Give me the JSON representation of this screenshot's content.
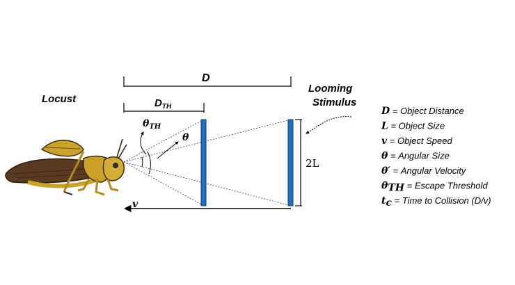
{
  "labels": {
    "locust": "Locust",
    "looming_line1": "Looming",
    "looming_line2": "Stimulus",
    "distance": "D",
    "threshold_distance": "D",
    "threshold_distance_sub": "TH",
    "theta_th": "θ",
    "theta_th_sub": "TH",
    "theta": "θ",
    "two_l": "2L",
    "speed": "v"
  },
  "legend": [
    {
      "symbol": "D",
      "text": "= Object Distance"
    },
    {
      "symbol": "L",
      "text": "= Object Size"
    },
    {
      "symbol": "v",
      "text": "= Object Speed"
    },
    {
      "symbol": "θ",
      "text": "= Angular Size"
    },
    {
      "symbol": "θ′",
      "text": "= Angular Velocity"
    },
    {
      "symbol": "θ",
      "sub": "TH",
      "text": "= Escape Threshold"
    },
    {
      "symbol": "t",
      "sub": "c",
      "text": "= Time to Collision (D/v)"
    }
  ],
  "colors": {
    "stimulus_bar": "#1f6fc4",
    "locust_body": "#c9a227",
    "locust_wing": "#5a3b22",
    "line": "#000000"
  },
  "icons": [
    "locust-illustration",
    "curved-arrow-icon"
  ]
}
